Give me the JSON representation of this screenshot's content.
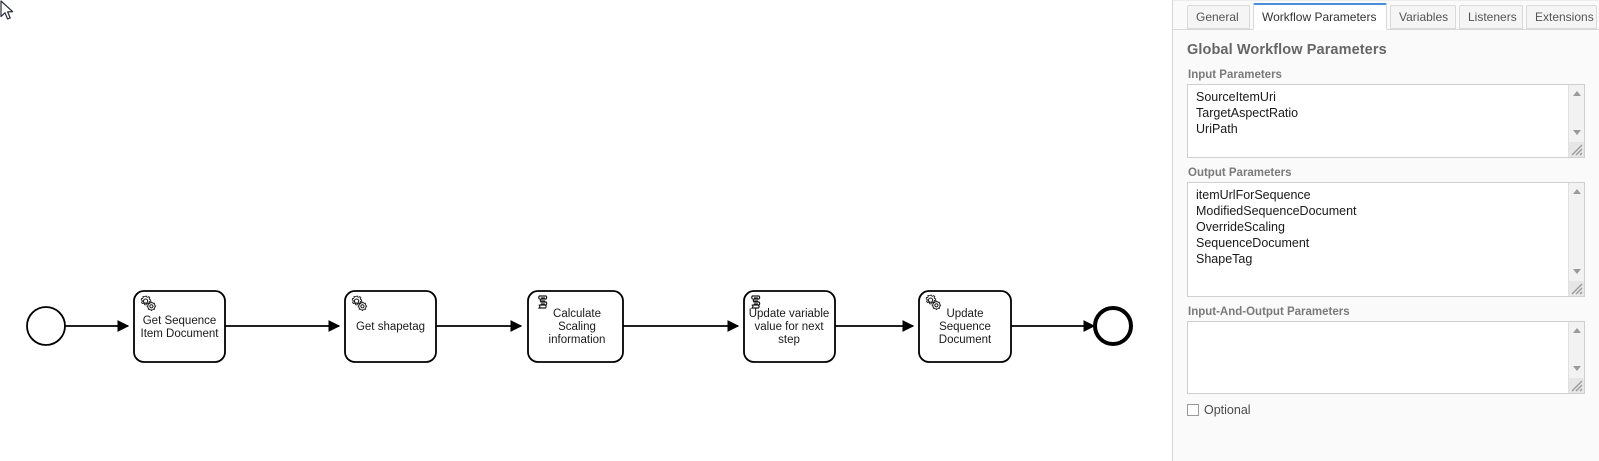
{
  "diagram": {
    "start_event": {
      "name": "start-event"
    },
    "end_event": {
      "name": "end-event"
    },
    "nodes": [
      {
        "label_lines": [
          "Get Sequence",
          "Item Document"
        ],
        "type": "service-task",
        "icon": "gears-icon"
      },
      {
        "label_lines": [
          "Get shapetag"
        ],
        "type": "service-task",
        "icon": "gears-icon"
      },
      {
        "label_lines": [
          "Calculate",
          "Scaling",
          "information"
        ],
        "type": "script-task",
        "icon": "script-icon"
      },
      {
        "label_lines": [
          "Update variable",
          "value for next",
          "step"
        ],
        "type": "script-task",
        "icon": "script-icon"
      },
      {
        "label_lines": [
          "Update",
          "Sequence",
          "Document"
        ],
        "type": "service-task",
        "icon": "gears-icon"
      }
    ]
  },
  "panel": {
    "tabs": [
      {
        "label": "General",
        "active": false
      },
      {
        "label": "Workflow Parameters",
        "active": true
      },
      {
        "label": "Variables",
        "active": false
      },
      {
        "label": "Listeners",
        "active": false
      },
      {
        "label": "Extensions",
        "active": false
      }
    ],
    "title": "Global Workflow Parameters",
    "sections": [
      {
        "label": "Input Parameters",
        "items": [
          "SourceItemUri",
          "TargetAspectRatio",
          "UriPath"
        ]
      },
      {
        "label": "Output Parameters",
        "items": [
          "itemUrlForSequence",
          "ModifiedSequenceDocument",
          "OverrideScaling",
          "SequenceDocument",
          "ShapeTag"
        ]
      },
      {
        "label": "Input-And-Output Parameters",
        "items": []
      }
    ],
    "optional": {
      "label": "Optional",
      "checked": false
    }
  },
  "colors": {
    "accent": "#4a90d9",
    "panel_bg": "#fafafa",
    "label": "#7a7a7a",
    "task_label": "#1a1a1a",
    "stroke": "#000000"
  }
}
